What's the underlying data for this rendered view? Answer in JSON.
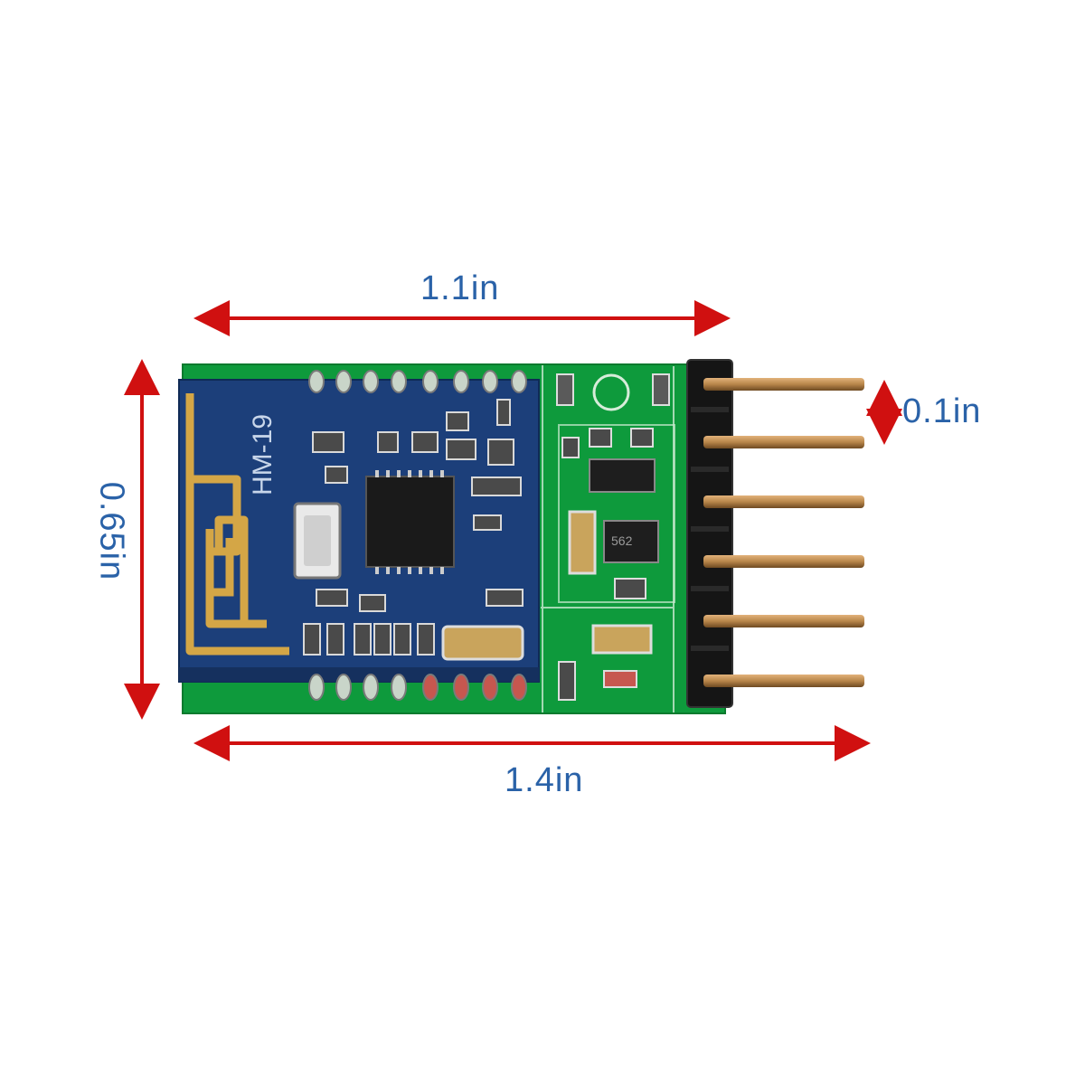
{
  "dimensions": {
    "top_width": "1.1in",
    "height": "0.65in",
    "pin_pitch": "0.1in",
    "total_width": "1.4in"
  },
  "module": {
    "model_marking": "HM-19",
    "regulator_marking": "562"
  },
  "colors": {
    "arrow": "#d01010",
    "label": "#2a62a8",
    "pcb_green": "#0e9a3c",
    "module_blue": "#1c3f7a",
    "gold": "#d4a646",
    "pin": "#b8864a"
  }
}
